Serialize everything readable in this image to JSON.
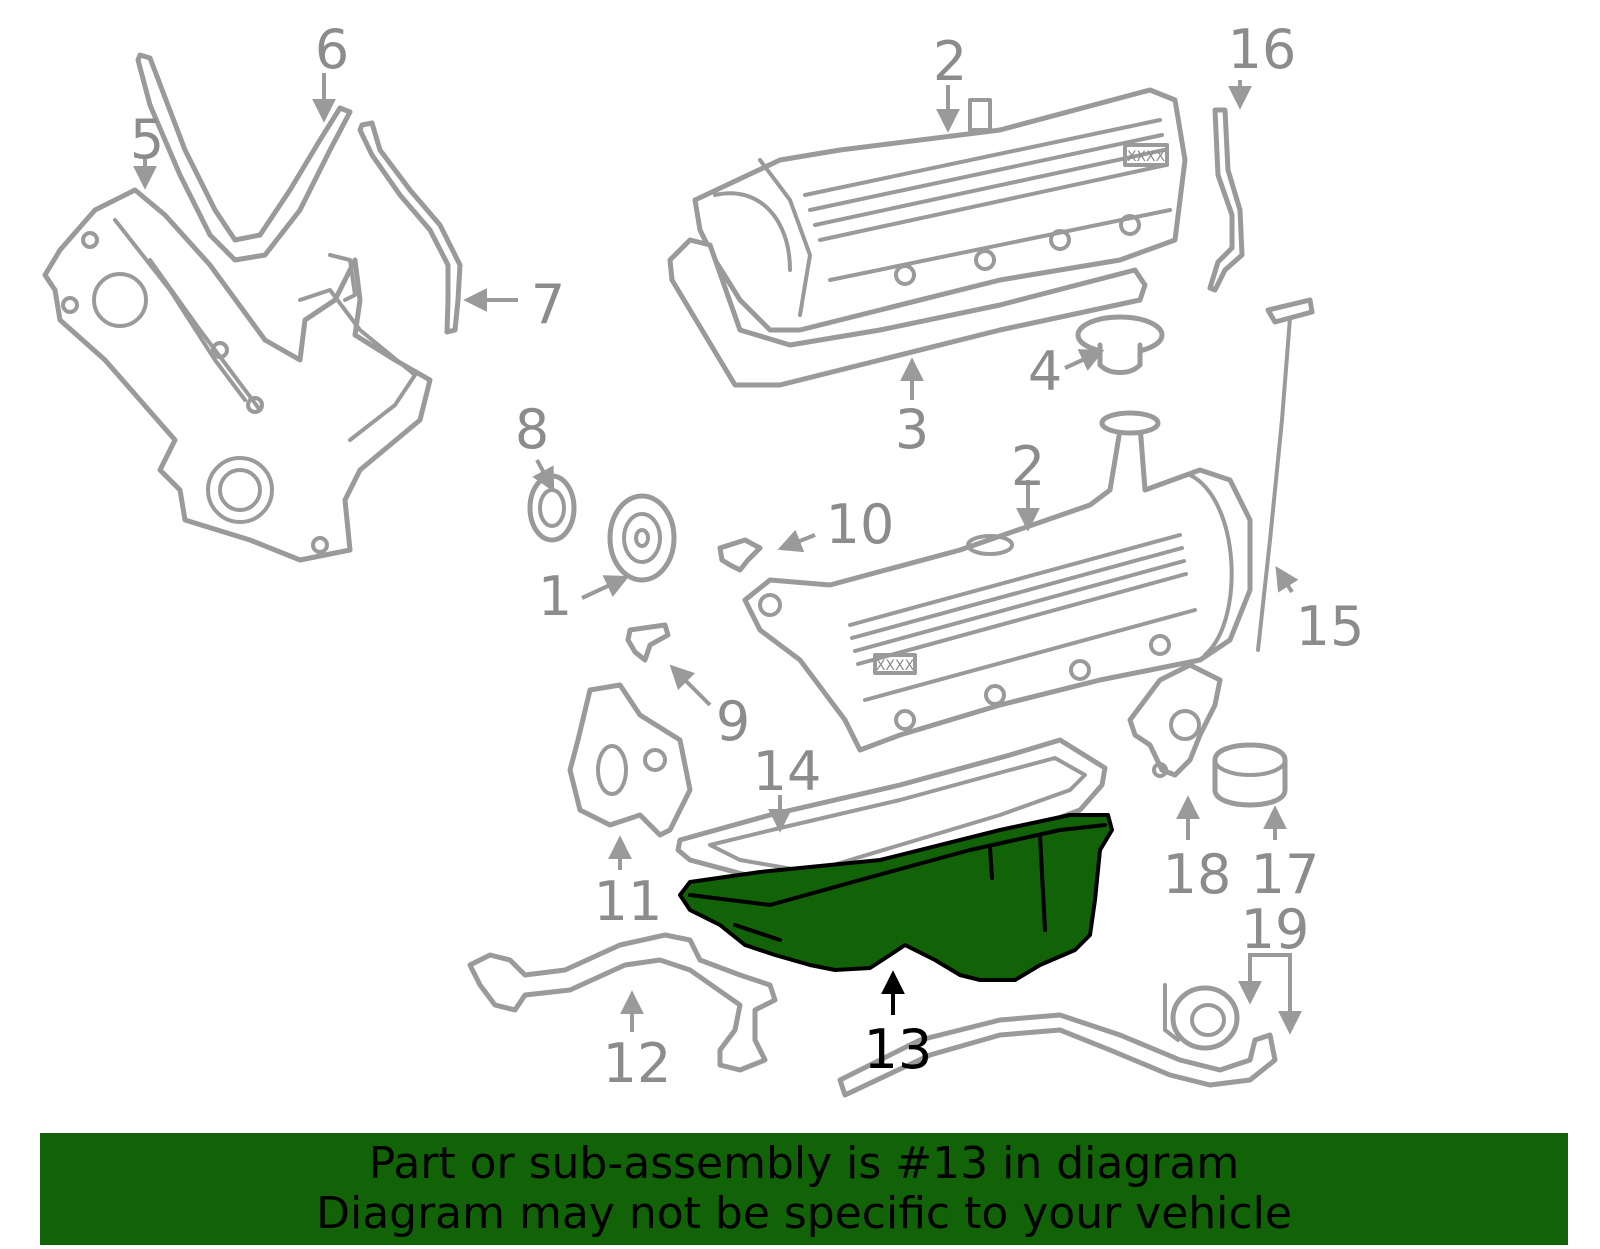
{
  "colors": {
    "highlight": "#126208",
    "banner": "#126208",
    "parts": "#9a9a9a",
    "labels": "#8c8c8c",
    "highlight_label": "#000000"
  },
  "callouts": {
    "c1": "1",
    "c2a": "2",
    "c2b": "2",
    "c3": "3",
    "c4": "4",
    "c5": "5",
    "c6": "6",
    "c7": "7",
    "c8": "8",
    "c9": "9",
    "c10": "10",
    "c11": "11",
    "c12": "12",
    "c13": "13",
    "c14": "14",
    "c15": "15",
    "c16": "16",
    "c17": "17",
    "c18": "18",
    "c19": "19"
  },
  "valve_cover_tag": "XXXX",
  "highlighted_part": "13",
  "banner": {
    "line1": "Part or sub-assembly is #13 in diagram",
    "line2": "Diagram may not be specific to your vehicle"
  }
}
